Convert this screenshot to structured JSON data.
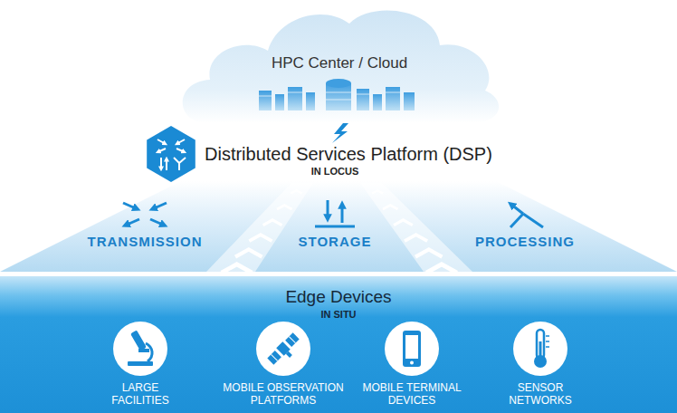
{
  "diagram": {
    "nodes": [
      {
        "text": [
          "HPC Center / Cloud"
        ]
      },
      {
        "text": [
          "Distributed Services Platform (DSP)",
          "IN LOCUS"
        ]
      },
      {
        "text": [
          "TRANSMISSION"
        ],
        "in": 1
      },
      {
        "text": [
          "STORAGE"
        ],
        "in": 1
      },
      {
        "text": [
          "PROCESSING"
        ],
        "in": 1
      },
      {
        "text": [
          "Edge Devices",
          "IN SITU"
        ]
      },
      {
        "text": [
          "LARGE FACILITIES"
        ],
        "in": 5
      },
      {
        "text": [
          "MOBILE OBSERVATION PLATFORMS"
        ],
        "in": 5
      },
      {
        "text": [
          "MOBILE TERMINAL DEVICES"
        ],
        "in": 5
      },
      {
        "text": [
          "SENSOR NETWORKS"
        ],
        "in": 5
      }
    ]
  }
}
